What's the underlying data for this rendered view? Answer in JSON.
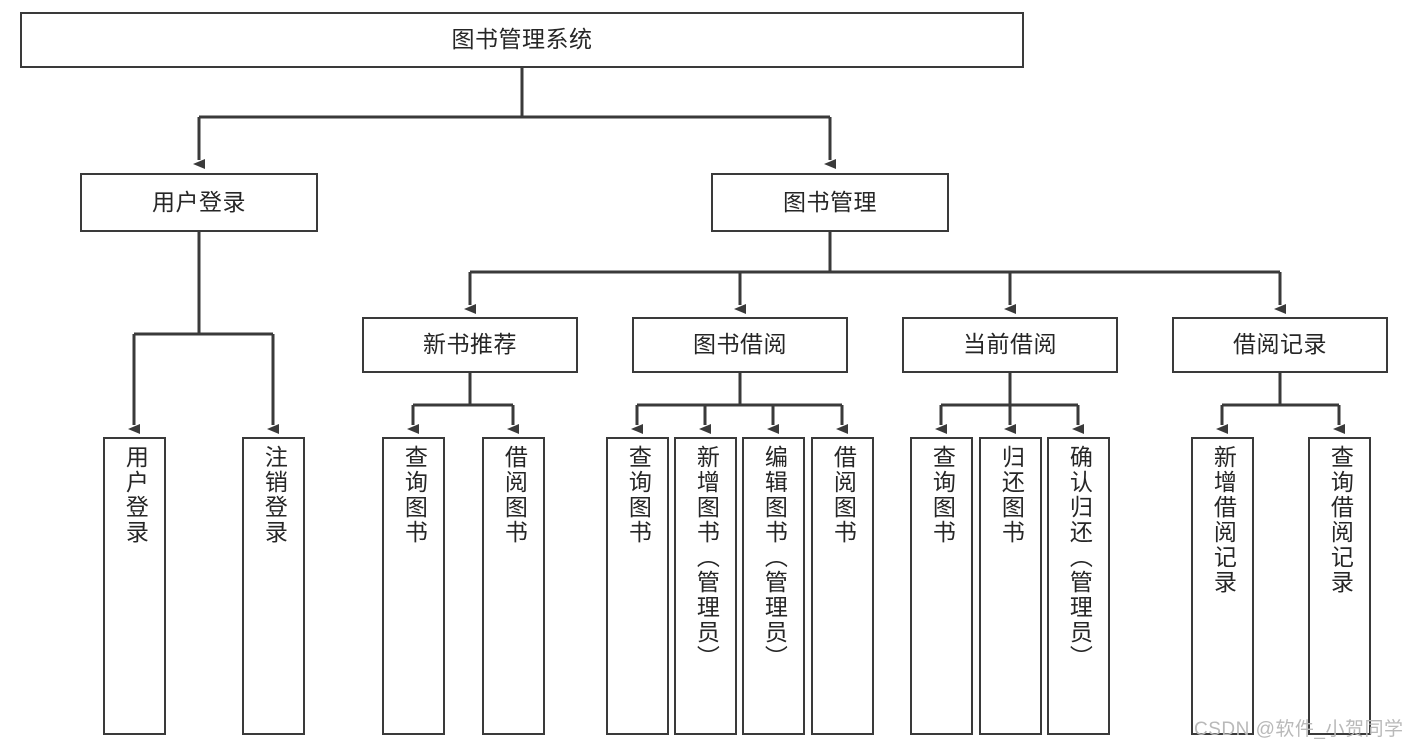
{
  "diagram": {
    "title_node": {
      "id": "root",
      "label": "图书管理系统"
    },
    "level2": [
      {
        "id": "user-login",
        "label": "用户登录"
      },
      {
        "id": "book-manage",
        "label": "图书管理"
      }
    ],
    "level3": [
      {
        "id": "new-book-rec",
        "label": "新书推荐"
      },
      {
        "id": "book-borrow",
        "label": "图书借阅"
      },
      {
        "id": "current-borrow",
        "label": "当前借阅"
      },
      {
        "id": "borrow-record",
        "label": "借阅记录"
      }
    ],
    "leaves": [
      {
        "id": "leaf-user-login",
        "label": "用户登录",
        "parent": "user-login"
      },
      {
        "id": "leaf-user-logout",
        "label": "注销登录",
        "parent": "user-login"
      },
      {
        "id": "leaf-query-book-1",
        "label": "查询图书",
        "parent": "new-book-rec"
      },
      {
        "id": "leaf-borrow-book-1",
        "label": "借阅图书",
        "parent": "new-book-rec"
      },
      {
        "id": "leaf-query-book-2",
        "label": "查询图书",
        "parent": "book-borrow"
      },
      {
        "id": "leaf-add-book",
        "label": "新增图书（管理员）",
        "parent": "book-borrow"
      },
      {
        "id": "leaf-edit-book",
        "label": "编辑图书（管理员）",
        "parent": "book-borrow"
      },
      {
        "id": "leaf-borrow-book-2",
        "label": "借阅图书",
        "parent": "book-borrow"
      },
      {
        "id": "leaf-query-book-3",
        "label": "查询图书",
        "parent": "current-borrow"
      },
      {
        "id": "leaf-return-book",
        "label": "归还图书",
        "parent": "current-borrow"
      },
      {
        "id": "leaf-confirm-return",
        "label": "确认归还（管理员）",
        "parent": "current-borrow"
      },
      {
        "id": "leaf-add-record",
        "label": "新增借阅记录",
        "parent": "borrow-record"
      },
      {
        "id": "leaf-query-record",
        "label": "查询借阅记录",
        "parent": "borrow-record"
      }
    ],
    "colors": {
      "stroke": "#3a3a3a",
      "text": "#262626",
      "background": "#ffffff",
      "watermark": "#b9b9b9"
    }
  },
  "watermark": {
    "text": "CSDN @软件_小贺同学"
  }
}
